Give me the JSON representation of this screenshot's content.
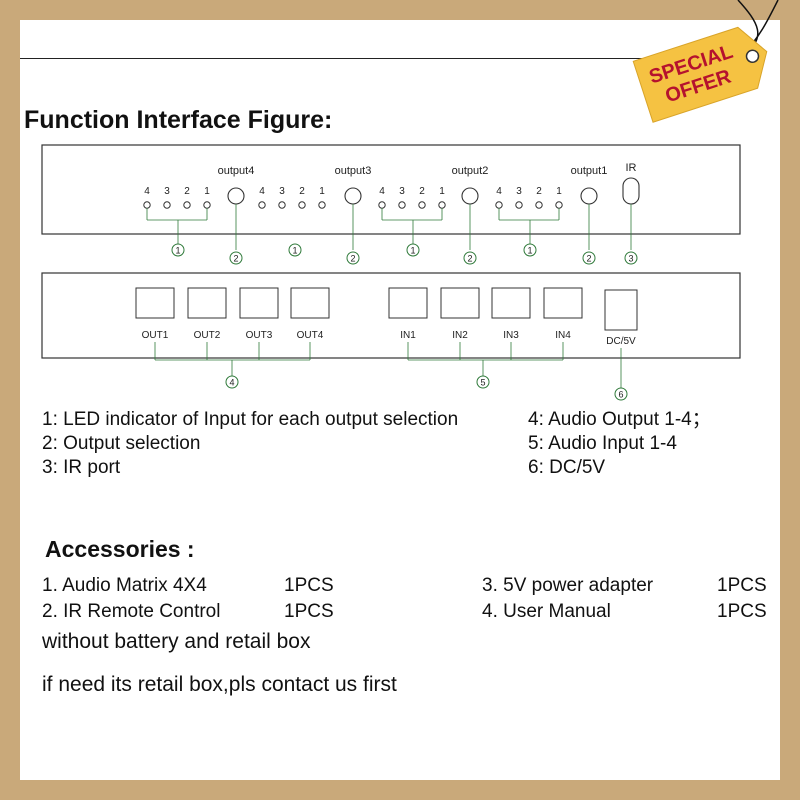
{
  "title": "Function Interface Figure:",
  "front_panel": {
    "outputs": [
      "output4",
      "output3",
      "output2",
      "output1"
    ],
    "ir_label": "IR",
    "led_numbers": [
      "4",
      "3",
      "2",
      "1"
    ],
    "callouts": {
      "c1": "1",
      "c2": "2",
      "c3": "3"
    }
  },
  "back_panel": {
    "out_ports": [
      "OUT1",
      "OUT2",
      "OUT3",
      "OUT4"
    ],
    "in_ports": [
      "IN1",
      "IN2",
      "IN3",
      "IN4"
    ],
    "dc_label": "DC/5V",
    "callouts": {
      "c4": "4",
      "c5": "5",
      "c6": "6"
    }
  },
  "legend": [
    "1: LED indicator of Input for each output selection",
    "2: Output selection",
    "3: IR port",
    "4:  Audio Output 1-4；",
    "5:  Audio Input 1-4",
    "6:  DC/5V"
  ],
  "accessories": {
    "title": "Accessories :",
    "items": [
      {
        "name": "1. Audio Matrix 4X4",
        "qty": "1PCS"
      },
      {
        "name": "2. IR Remote Control",
        "qty": "1PCS"
      },
      {
        "name": "3. 5V power adapter",
        "qty": "1PCS"
      },
      {
        "name": "4. User Manual",
        "qty": "1PCS"
      }
    ]
  },
  "notes": [
    "without battery and retail box",
    "if need its retail box,pls contact us first"
  ],
  "badge": {
    "line1": "SPECIAL",
    "line2": "OFFER"
  },
  "colors": {
    "frame": "#c9a97a",
    "badge": "#f5c242",
    "badge_text": "#b5122e",
    "callout": "#2f7a3a"
  }
}
